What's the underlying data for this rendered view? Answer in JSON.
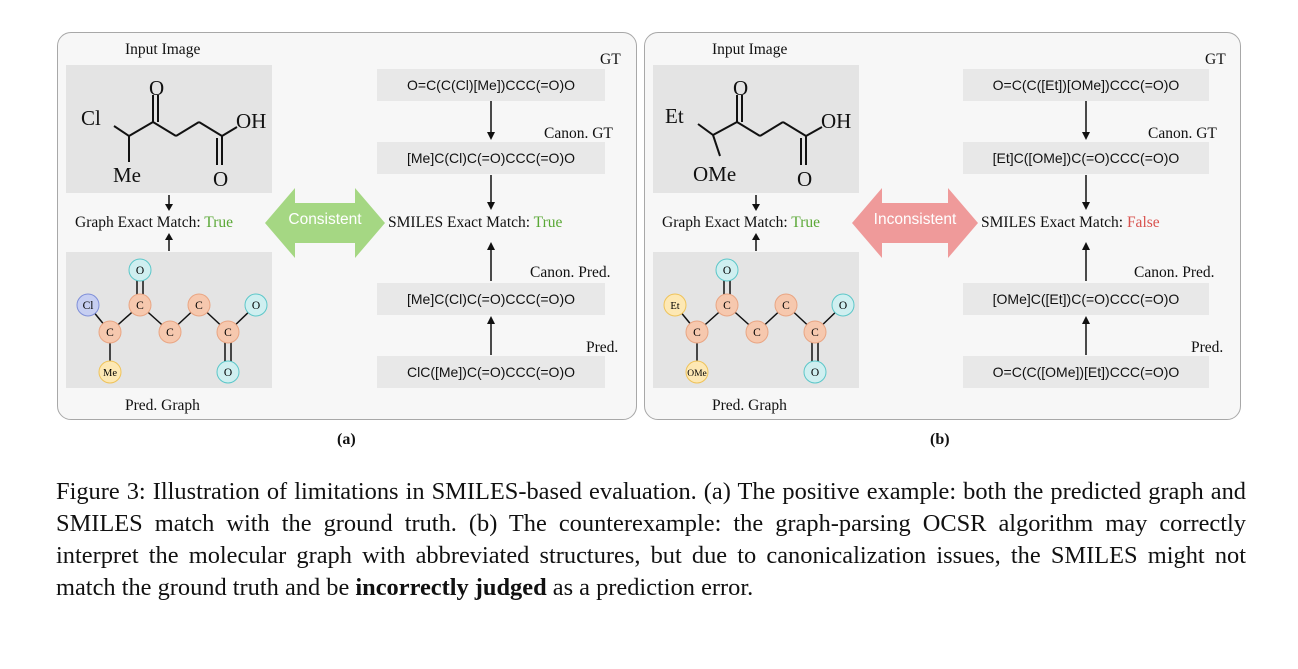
{
  "panel_a": {
    "input_label": "Input Image",
    "graph_label": "Pred. Graph",
    "graph_match_text": "Graph Exact Match: ",
    "graph_match_value": "True",
    "smiles_match_text": "SMILES Exact Match: ",
    "smiles_match_value": "True",
    "arrow_label": "Consistent",
    "arrow_color": "#a5d783",
    "gt_label": "GT",
    "gt_smiles": "O=C(C(Cl)[Me])CCC(=O)O",
    "canon_gt_label": "Canon. GT",
    "canon_gt_smiles": "[Me]C(Cl)C(=O)CCC(=O)O",
    "canon_pred_label": "Canon. Pred.",
    "canon_pred_smiles": "[Me]C(Cl)C(=O)CCC(=O)O",
    "pred_label": "Pred.",
    "pred_smiles": "ClC([Me])C(=O)CCC(=O)O",
    "molecule_labels": {
      "o_ketone": "O",
      "sub1": "Cl",
      "sub2": "Me",
      "oh": "OH",
      "o_acid": "O"
    },
    "graph_nodes": {
      "o_top": "O",
      "cl": "Cl",
      "c": "C",
      "me": "Me",
      "o": "O"
    },
    "sublabel": "(a)"
  },
  "panel_b": {
    "input_label": "Input Image",
    "graph_label": "Pred. Graph",
    "graph_match_text": "Graph Exact Match: ",
    "graph_match_value": "True",
    "smiles_match_text": "SMILES Exact Match: ",
    "smiles_match_value": "False",
    "arrow_label": "Inconsistent",
    "arrow_color": "#ef9a9a",
    "gt_label": "GT",
    "gt_smiles": "O=C(C([Et])[OMe])CCC(=O)O",
    "canon_gt_label": "Canon. GT",
    "canon_gt_smiles": "[Et]C([OMe])C(=O)CCC(=O)O",
    "canon_pred_label": "Canon. Pred.",
    "canon_pred_smiles": "[OMe]C([Et])C(=O)CCC(=O)O",
    "pred_label": "Pred.",
    "pred_smiles": "O=C(C([OMe])[Et])CCC(=O)O",
    "molecule_labels": {
      "o_ketone": "O",
      "sub1": "Et",
      "sub2": "OMe",
      "oh": "OH",
      "o_acid": "O"
    },
    "graph_nodes": {
      "o_top": "O",
      "et": "Et",
      "c": "C",
      "ome": "OMe",
      "o": "O"
    },
    "sublabel": "(b)"
  },
  "caption": {
    "part1": "Figure 3: Illustration of limitations in SMILES-based evaluation. (a) The positive example: both the predicted graph and SMILES match with the ground truth. (b) The counterexample: the graph-parsing OCSR algorithm may correctly interpret the molecular graph with abbreviated structures, but due to canonicalization issues, the SMILES might not match the ground truth and be ",
    "bold": "incorrectly judged",
    "part2": " as a prediction error."
  },
  "colors": {
    "true_green": "#5aa836",
    "false_red": "#d9534f",
    "carbon_node": "#f6c8ae",
    "oxygen_node": "#cfeff0",
    "cl_node": "#c7cff2",
    "me_node": "#fde8b4"
  }
}
